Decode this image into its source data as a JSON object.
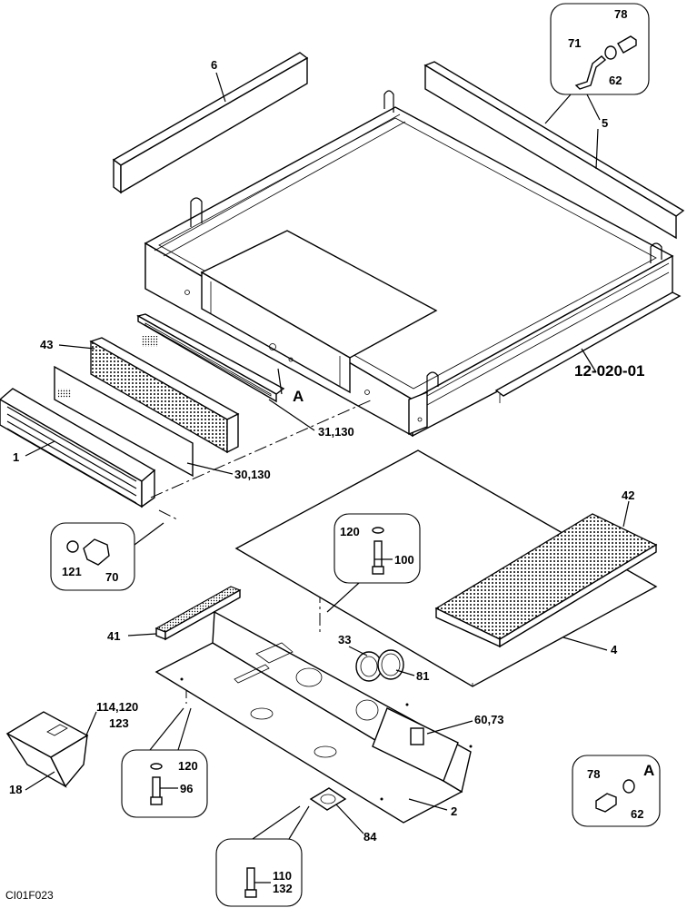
{
  "drawing": {
    "code": "CI01F023",
    "reference": "12-020-01",
    "view_marker": "A"
  },
  "callouts": {
    "p1": "1",
    "p2": "2",
    "p4": "4",
    "p5": "5",
    "p6": "6",
    "p18": "18",
    "p30_130": "30,130",
    "p31_130": "31,130",
    "p33": "33",
    "p41": "41",
    "p42": "42",
    "p43": "43",
    "p60_73": "60,73",
    "p62": "62",
    "p70": "70",
    "p71": "71",
    "p78": "78",
    "p81": "81",
    "p84": "84",
    "p96": "96",
    "p100": "100",
    "p110": "110",
    "p114_120": "114,120",
    "p120": "120",
    "p121": "121",
    "p123": "123",
    "p132": "132"
  }
}
